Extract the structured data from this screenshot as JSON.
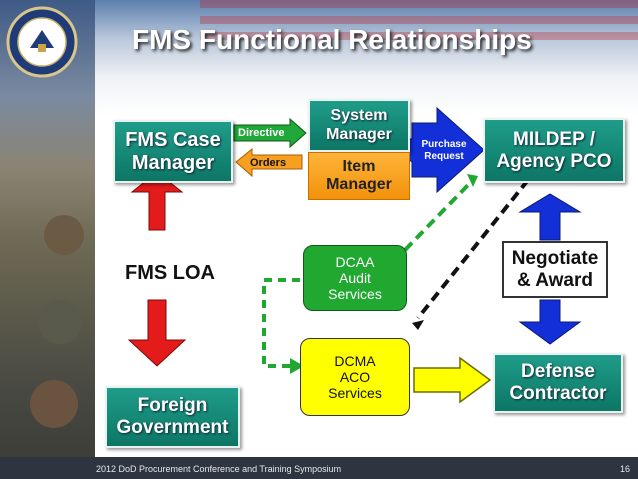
{
  "slide": {
    "title": "FMS Functional Relationships",
    "footer": "2012 DoD Procurement Conference and Training Symposium",
    "page_number": "16"
  },
  "boxes": {
    "fms_case_manager": "FMS Case\nManager",
    "system_manager": "System\nManager",
    "item_manager": "Item\nManager",
    "mildep_pco": "MILDEP /\nAgency PCO",
    "foreign_government": "Foreign\nGovernment",
    "dcaa": "DCAA\nAudit\nServices",
    "dcma": "DCMA\nACO\nServices",
    "negotiate_award": "Negotiate\n& Award",
    "defense_contractor": "Defense\nContractor"
  },
  "labels": {
    "fms_loa": "FMS LOA",
    "directive": "Directive",
    "orders": "Orders",
    "purchase_request": "Purchase\nRequest"
  },
  "colors": {
    "teal": "#128a77",
    "orange": "#f7a020",
    "red_arrow": "#e31b1b",
    "blue_arrow": "#1330d8",
    "green": "#20a830",
    "yellow": "#ffff00"
  }
}
